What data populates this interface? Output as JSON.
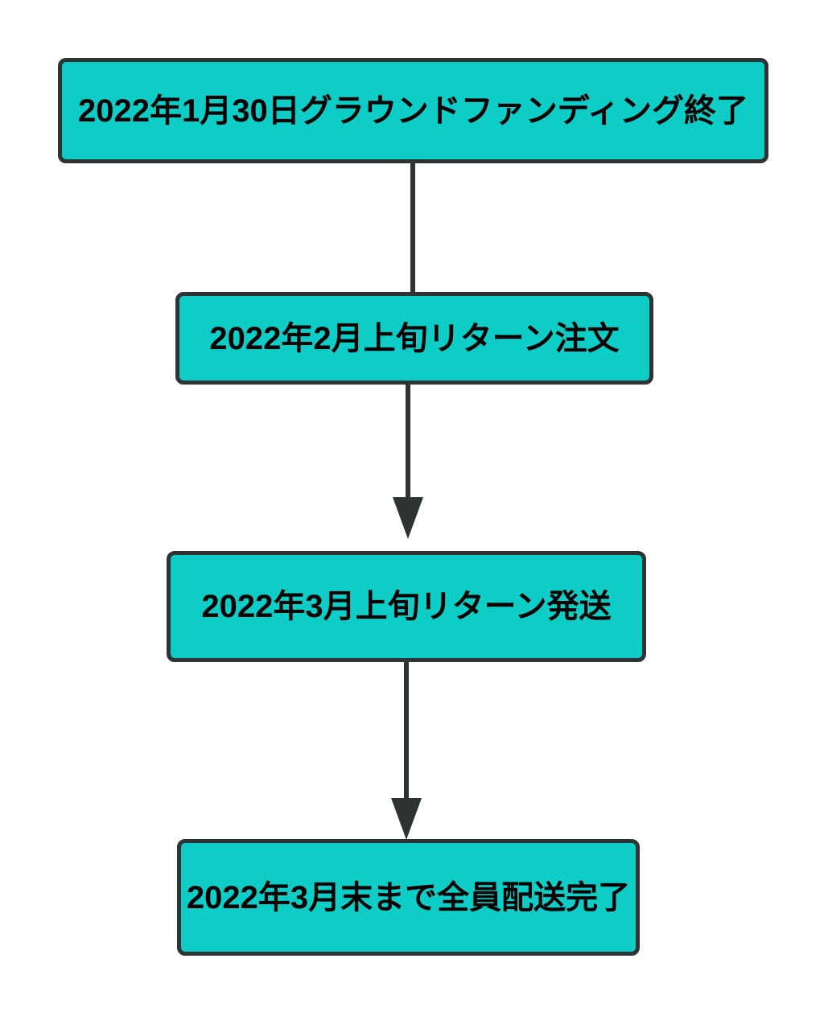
{
  "diagram": {
    "type": "flowchart",
    "direction": "top-down",
    "nodes": [
      {
        "id": "1",
        "label": "2022年1月30日グラウンドファンディング終了"
      },
      {
        "id": "2",
        "label": "2022年2月上旬リターン注文"
      },
      {
        "id": "3",
        "label": "2022年3月上旬リターン発送"
      },
      {
        "id": "4",
        "label": "2022年3月末まで全員配送完了"
      }
    ],
    "edges": [
      {
        "from": "1",
        "to": "2",
        "arrowhead": false
      },
      {
        "from": "2",
        "to": "3",
        "arrowhead": true
      },
      {
        "from": "3",
        "to": "4",
        "arrowhead": true
      }
    ],
    "colors": {
      "node_fill": "#0dcdc6",
      "node_border": "#2e3333",
      "connector": "#2e3333",
      "text": "#000000",
      "background": "#ffffff"
    }
  }
}
